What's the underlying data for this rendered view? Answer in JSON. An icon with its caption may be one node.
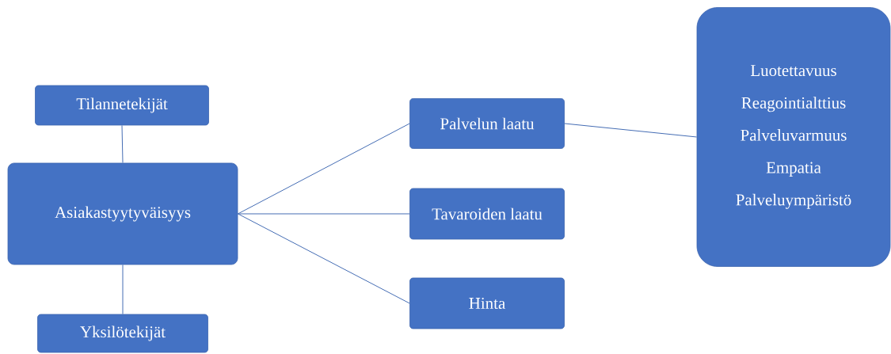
{
  "diagram": {
    "nodes": [
      {
        "text": [
          "Tilannetekijät"
        ]
      },
      {
        "text": [
          "Asiakastyytyväisyys"
        ]
      },
      {
        "text": [
          "Yksilötekijät"
        ]
      },
      {
        "text": [
          "Palvelun laatu"
        ]
      },
      {
        "text": [
          "Tavaroiden laatu"
        ]
      },
      {
        "text": [
          "Hinta"
        ]
      },
      {
        "text": [
          "Luotettavuus",
          "Reagointialttius",
          "Palveluvarmuus",
          "Empatia",
          "Palveluympäristö"
        ]
      }
    ],
    "edges": [
      {
        "from": 0,
        "to": 1,
        "arrow": "none"
      },
      {
        "from": 1,
        "to": 2,
        "arrow": "none"
      },
      {
        "from": 1,
        "to": 3,
        "arrow": "none"
      },
      {
        "from": 1,
        "to": 4,
        "arrow": "none"
      },
      {
        "from": 1,
        "to": 5,
        "arrow": "none"
      },
      {
        "from": 3,
        "to": 6,
        "arrow": "none"
      }
    ]
  }
}
